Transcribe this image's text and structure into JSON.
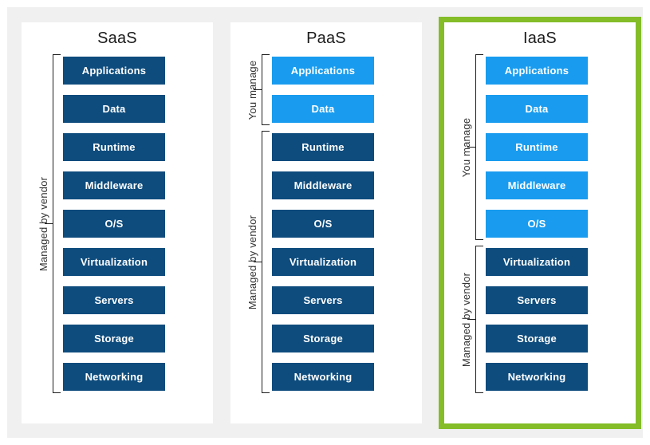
{
  "colors": {
    "background": "#f0f0f1",
    "card": "#ffffff",
    "vendor_box": "#0e4c7d",
    "you_box": "#199cef",
    "highlight_border": "#84bd28",
    "bracket_line": "#1f1f1f",
    "box_text": "#ffffff",
    "title_text": "#1b1b1b"
  },
  "columns": [
    {
      "id": "saas",
      "title": "SaaS",
      "highlighted": false,
      "layers": [
        {
          "label": "Applications",
          "managed_by": "vendor"
        },
        {
          "label": "Data",
          "managed_by": "vendor"
        },
        {
          "label": "Runtime",
          "managed_by": "vendor"
        },
        {
          "label": "Middleware",
          "managed_by": "vendor"
        },
        {
          "label": "O/S",
          "managed_by": "vendor"
        },
        {
          "label": "Virtualization",
          "managed_by": "vendor"
        },
        {
          "label": "Servers",
          "managed_by": "vendor"
        },
        {
          "label": "Storage",
          "managed_by": "vendor"
        },
        {
          "label": "Networking",
          "managed_by": "vendor"
        }
      ],
      "brackets": [
        {
          "label": "Managed by vendor",
          "from_layer": 0,
          "to_layer": 8
        }
      ]
    },
    {
      "id": "paas",
      "title": "PaaS",
      "highlighted": false,
      "layers": [
        {
          "label": "Applications",
          "managed_by": "you"
        },
        {
          "label": "Data",
          "managed_by": "you"
        },
        {
          "label": "Runtime",
          "managed_by": "vendor"
        },
        {
          "label": "Middleware",
          "managed_by": "vendor"
        },
        {
          "label": "O/S",
          "managed_by": "vendor"
        },
        {
          "label": "Virtualization",
          "managed_by": "vendor"
        },
        {
          "label": "Servers",
          "managed_by": "vendor"
        },
        {
          "label": "Storage",
          "managed_by": "vendor"
        },
        {
          "label": "Networking",
          "managed_by": "vendor"
        }
      ],
      "brackets": [
        {
          "label": "You manage",
          "from_layer": 0,
          "to_layer": 1
        },
        {
          "label": "Managed by vendor",
          "from_layer": 2,
          "to_layer": 8
        }
      ]
    },
    {
      "id": "iaas",
      "title": "IaaS",
      "highlighted": true,
      "layers": [
        {
          "label": "Applications",
          "managed_by": "you"
        },
        {
          "label": "Data",
          "managed_by": "you"
        },
        {
          "label": "Runtime",
          "managed_by": "you"
        },
        {
          "label": "Middleware",
          "managed_by": "you"
        },
        {
          "label": "O/S",
          "managed_by": "you"
        },
        {
          "label": "Virtualization",
          "managed_by": "vendor"
        },
        {
          "label": "Servers",
          "managed_by": "vendor"
        },
        {
          "label": "Storage",
          "managed_by": "vendor"
        },
        {
          "label": "Networking",
          "managed_by": "vendor"
        }
      ],
      "brackets": [
        {
          "label": "You manage",
          "from_layer": 0,
          "to_layer": 4
        },
        {
          "label": "Managed by vendor",
          "from_layer": 5,
          "to_layer": 8
        }
      ]
    }
  ]
}
